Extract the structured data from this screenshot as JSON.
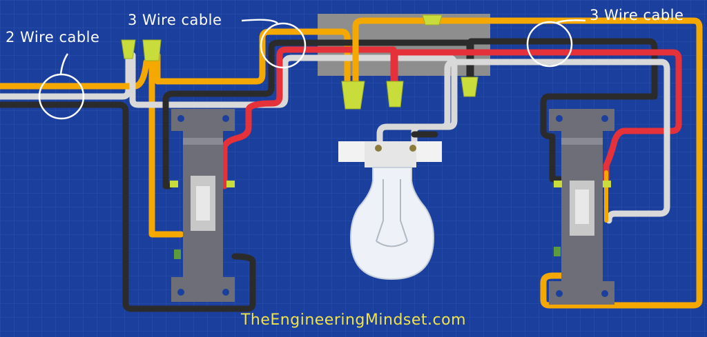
{
  "labels": {
    "two_wire": "2 Wire cable",
    "three_wire_left": "3 Wire cable",
    "three_wire_right": "3 Wire cable"
  },
  "watermark": "TheEngineeringMindset.com",
  "colors": {
    "background": "#1b3f9c",
    "hot_wire": "#f5a800",
    "black_wire": "#2b2b2b",
    "red_wire": "#e5323a",
    "neutral_wire": "#d9d9d9",
    "wire_nut": "#c8dc3c",
    "junction_box": "#8e8e8e",
    "switch": "#6e6e78"
  }
}
